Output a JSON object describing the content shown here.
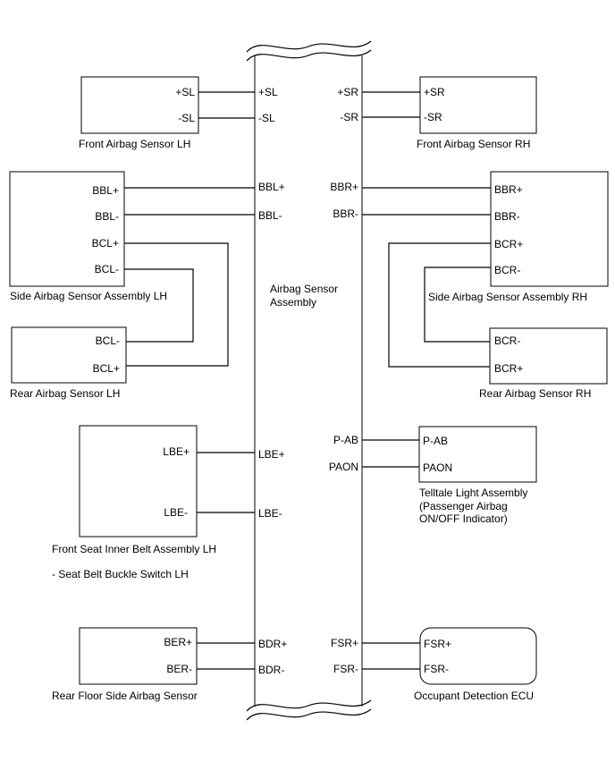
{
  "ecu": {
    "label_line1": "Airbag Sensor",
    "label_line2": "Assembly",
    "pins": {
      "sl_pos": "+SL",
      "sl_neg": "-SL",
      "bbl_pos": "BBL+",
      "bbl_neg": "BBL-",
      "lbe_pos": "LBE+",
      "lbe_neg": "LBE-",
      "bdr_pos": "BDR+",
      "bdr_neg": "BDR-",
      "sr_pos": "+SR",
      "sr_neg": "-SR",
      "bbr_pos": "BBR+",
      "bbr_neg": "BBR-",
      "pab": "P-AB",
      "paon": "PAON",
      "fsr_pos": "FSR+",
      "fsr_neg": "FSR-"
    }
  },
  "components": {
    "front_lh": {
      "label": "Front Airbag Sensor LH",
      "pin1": "+SL",
      "pin2": "-SL"
    },
    "front_rh": {
      "label": "Front Airbag Sensor RH",
      "pin1": "+SR",
      "pin2": "-SR"
    },
    "side_lh": {
      "label": "Side Airbag Sensor Assembly LH",
      "pin1": "BBL+",
      "pin2": "BBL-",
      "pin3": "BCL+",
      "pin4": "BCL-"
    },
    "side_rh": {
      "label": "Side Airbag Sensor Assembly RH",
      "pin1": "BBR+",
      "pin2": "BBR-",
      "pin3": "BCR+",
      "pin4": "BCR-"
    },
    "rear_lh": {
      "label": "Rear Airbag Sensor LH",
      "pin1": "BCL-",
      "pin2": "BCL+"
    },
    "rear_rh": {
      "label": "Rear Airbag Sensor RH",
      "pin1": "BCR-",
      "pin2": "BCR+"
    },
    "telltale": {
      "label_line1": "Telltale Light Assembly",
      "label_line2": "(Passenger Airbag",
      "label_line3": "ON/OFF Indicator)",
      "pin1": "P-AB",
      "pin2": "PAON"
    },
    "belt": {
      "label": "Front Seat Inner Belt Assembly LH",
      "sublabel": "- Seat Belt Buckle Switch LH",
      "pin1": "LBE+",
      "pin2": "LBE-"
    },
    "rear_floor": {
      "label": "Rear Floor Side Airbag Sensor",
      "pin1": "BER+",
      "pin2": "BER-"
    },
    "occupant": {
      "label": "Occupant Detection ECU",
      "pin1": "FSR+",
      "pin2": "FSR-"
    }
  }
}
